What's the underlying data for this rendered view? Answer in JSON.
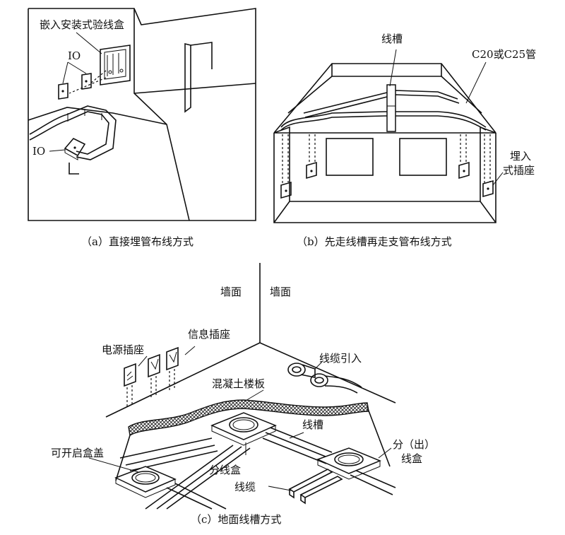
{
  "panel_a": {
    "labels": {
      "embedded_box": "嵌入安装式验线盒",
      "io_top": "IO",
      "io_bottom": "IO"
    },
    "caption": "（a）直接埋管布线方式"
  },
  "panel_b": {
    "labels": {
      "trunking": "线槽",
      "conduit": "C20或C25管",
      "socket_line1": "埋入",
      "socket_line2": "式插座"
    },
    "caption": "（b）先走线槽再走支管布线方式"
  },
  "panel_c": {
    "labels": {
      "wall_left": "墙面",
      "wall_right": "墙面",
      "info_socket": "信息插座",
      "power_socket": "电源插座",
      "cable_entry": "线缆引入",
      "concrete_floor": "混凝土楼板",
      "trunking": "线槽",
      "box_cover": "可开启盒盖",
      "junction_box": "分线盒",
      "outlet_box_line1": "分（出）",
      "outlet_box_line2": "线盒",
      "cable": "线缆"
    },
    "caption": "（c）地面线槽方式"
  }
}
